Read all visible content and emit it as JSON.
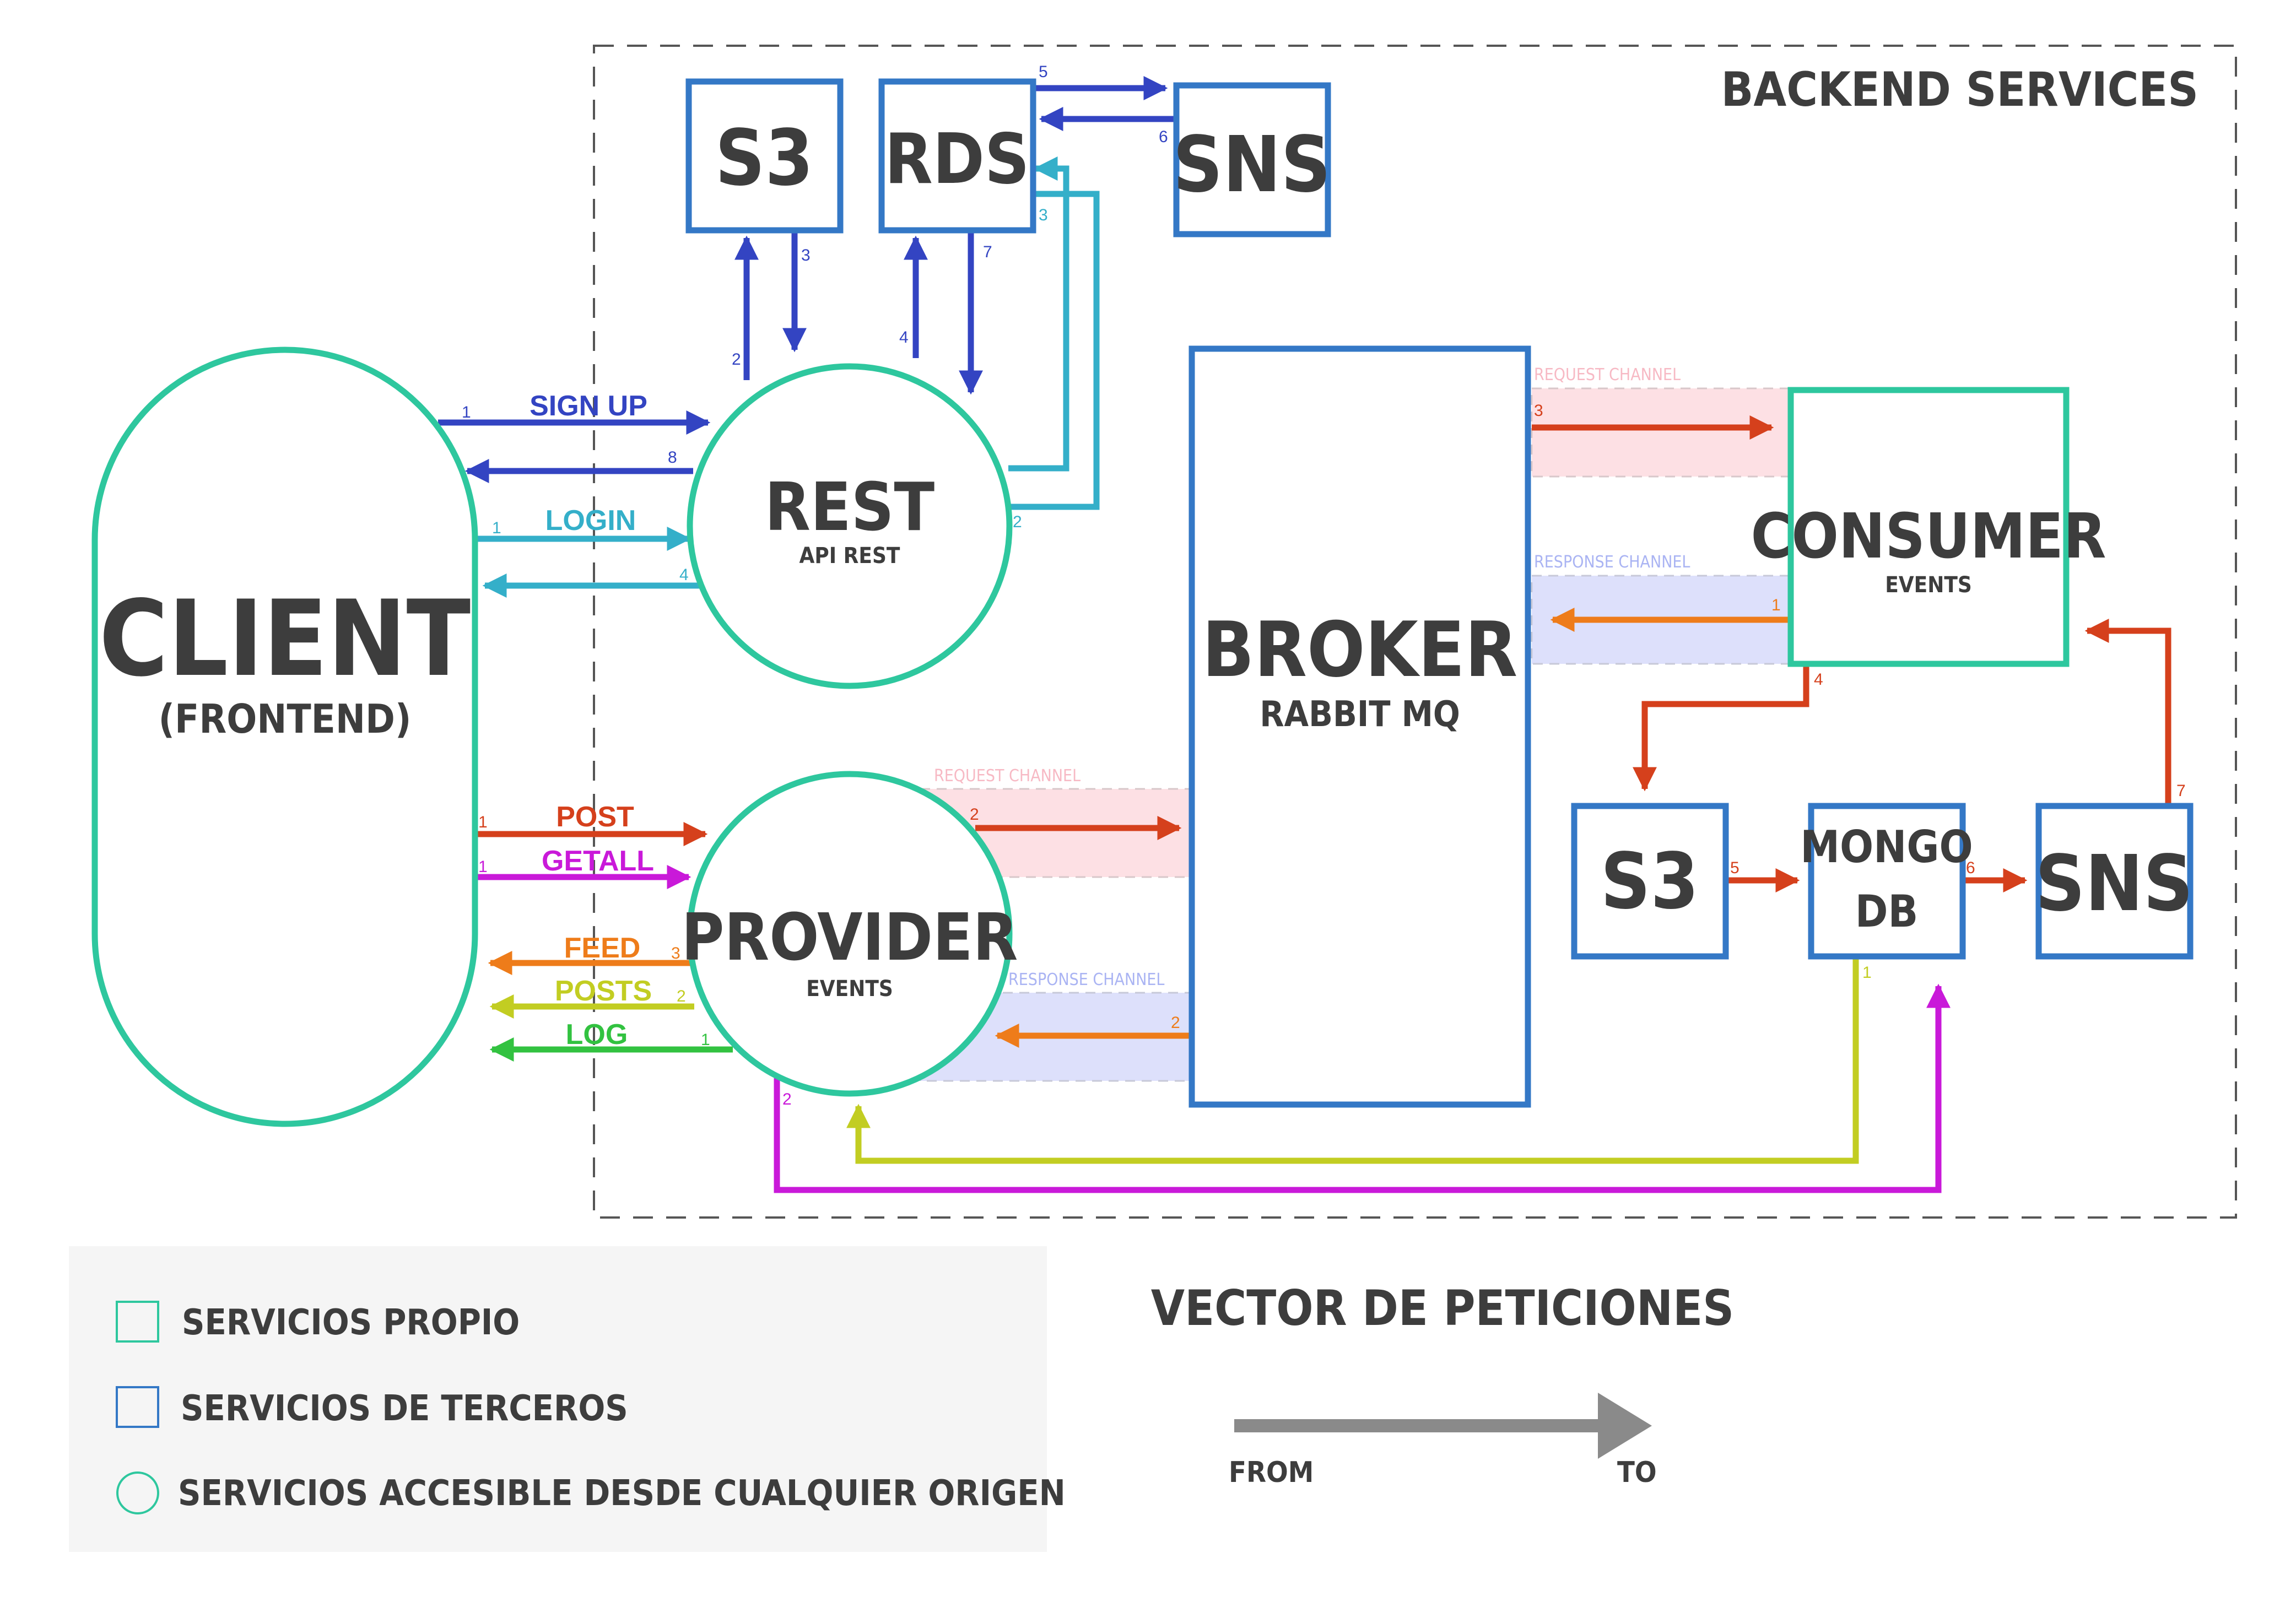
{
  "colors": {
    "green": "#2ec79e",
    "blue": "#3478c6",
    "navy": "#3344c2",
    "cyan": "#34afc9",
    "red": "#d5401c",
    "orange": "#ee7c1a",
    "yellow": "#c2cd22",
    "lime": "#32c240",
    "magenta": "#c919d9",
    "pinkBand": "#fde0e4",
    "blueBand": "#dde0fb",
    "pinkLabel": "#f7b9c4",
    "blueLabel": "#aab4f3",
    "text": "#3d3d3d",
    "gray": "#8a8a8a",
    "legendBg": "#f5f5f5"
  },
  "backend_label": "BACKEND SERVICES",
  "nodes": {
    "client": {
      "title": "CLIENT",
      "subtitle": "(FRONTEND)"
    },
    "rest": {
      "title": "REST",
      "subtitle": "API REST"
    },
    "provider": {
      "title": "PROVIDER",
      "subtitle": "EVENTS"
    },
    "broker": {
      "title": "BROKER",
      "subtitle": "RABBIT MQ"
    },
    "consumer": {
      "title": "CONSUMER",
      "subtitle": "EVENTS"
    },
    "s3_top": {
      "title": "S3"
    },
    "rds": {
      "title": "RDS"
    },
    "sns_top": {
      "title": "SNS"
    },
    "s3_bottom": {
      "title": "S3"
    },
    "mongo": {
      "line1": "MONGO",
      "line2": "DB"
    },
    "sns_bottom": {
      "title": "SNS"
    }
  },
  "flows": {
    "signup": {
      "label": "SIGN UP",
      "step_out": "1",
      "step_back": "8"
    },
    "login": {
      "label": "LOGIN",
      "step_out": "1",
      "step_back": "4"
    },
    "post": {
      "label": "POST",
      "step": "1"
    },
    "getall": {
      "label": "GETALL",
      "step": "1"
    },
    "feed": {
      "label": "FEED",
      "step": "3"
    },
    "posts": {
      "label": "POSTS",
      "step": "2"
    },
    "log": {
      "label": "LOG",
      "step": "1"
    },
    "rest_s3_up": "2",
    "rest_s3_down": "3",
    "rest_rds_up": "4",
    "rds_rest_down": "7",
    "rds_sns": "5",
    "sns_rds": "6",
    "rest_rds_cyan_up": "3",
    "rest_rds_cyan_back": "2",
    "broker_consumer": "3",
    "consumer_broker": "1",
    "consumer_s3": "4",
    "s3_mongo": "5",
    "mongo_sns": "6",
    "sns_consumer": "7",
    "mongo_provider": "1",
    "provider_mongo": "2",
    "provider_broker": "2",
    "broker_provider": "2"
  },
  "channels": {
    "request_top": "REQUEST CHANNEL",
    "response_top": "RESPONSE CHANNEL",
    "request_bottom": "REQUEST CHANNEL",
    "response_bottom": "RESPONSE CHANNEL"
  },
  "legend": {
    "own": "SERVICIOS PROPIO",
    "third": "SERVICIOS DE TERCEROS",
    "public": "SERVICIOS ACCESIBLE DESDE CUALQUIER ORIGEN"
  },
  "vector": {
    "title": "VECTOR DE PETICIONES",
    "from": "FROM",
    "to": "TO"
  }
}
